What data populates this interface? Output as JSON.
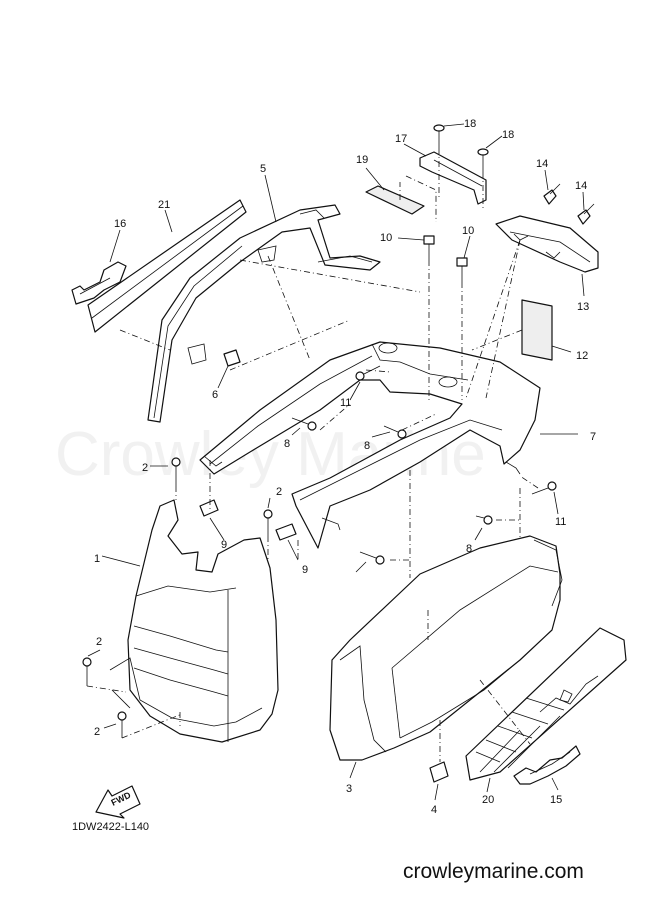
{
  "watermark": "Crowley Marine",
  "drawing_code": "1DW2422-L140",
  "website": "crowleymarine.com",
  "fwd_label": "FWD",
  "callouts": {
    "c1": "1",
    "c2a": "2",
    "c2b": "2",
    "c2c": "2",
    "c2d": "2",
    "c3": "3",
    "c4": "4",
    "c5": "5",
    "c6": "6",
    "c7": "7",
    "c8a": "8",
    "c8b": "8",
    "c8c": "8",
    "c9a": "9",
    "c9b": "9",
    "c10a": "10",
    "c10b": "10",
    "c11a": "11",
    "c11b": "11",
    "c12": "12",
    "c13": "13",
    "c14a": "14",
    "c14b": "14",
    "c15": "15",
    "c16": "16",
    "c17": "17",
    "c18a": "18",
    "c18b": "18",
    "c19": "19",
    "c20": "20",
    "c21": "21"
  }
}
